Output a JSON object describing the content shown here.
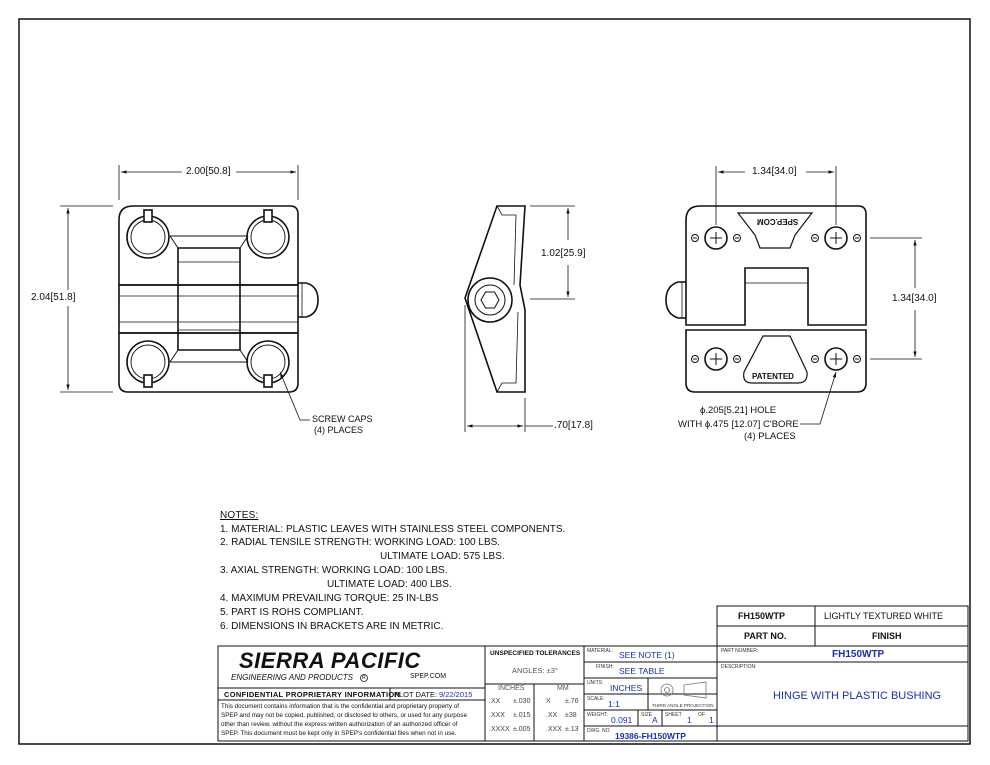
{
  "drawing": {
    "front_view": {
      "width_dim": "2.00",
      "width_dim_metric": "50.8",
      "height_dim": "2.04",
      "height_dim_metric": "51.8",
      "callout_line1": "SCREW CAPS",
      "callout_line2": "(4) PLACES"
    },
    "side_view": {
      "height_dim": "1.02",
      "height_dim_metric": "25.9",
      "depth_dim": ".70",
      "depth_dim_metric": "17.8"
    },
    "back_view": {
      "top_dim": "1.34",
      "top_dim_metric": "34.0",
      "side_dim": "1.34",
      "side_dim_metric": "34.0",
      "logo_text": "SPEP.COM",
      "patented_text": "PATENTED",
      "hole_line1_prefix": "ϕ.205",
      "hole_line1_metric": "5.21",
      "hole_line1_suffix": "HOLE",
      "hole_line2_prefix": "WITH ϕ.475 [12.07] C'BORE",
      "hole_line3": "(4) PLACES"
    }
  },
  "notes": {
    "heading": "NOTES:",
    "items": [
      "1.   MATERIAL: PLASTIC LEAVES WITH STAINLESS STEEL COMPONENTS.",
      "2.   RADIAL TENSILE STRENGTH:  WORKING LOAD: 100 LBS.",
      "ULTIMATE LOAD: 575 LBS.",
      "3.   AXIAL STRENGTH: WORKING LOAD: 100 LBS.",
      "ULTIMATE LOAD: 400 LBS.",
      "4.   MAXIMUM PREVAILING TORQUE: 25 IN-LBS",
      "5.   PART IS ROHS COMPLIANT.",
      "6.   DIMENSIONS IN BRACKETS ARE IN METRIC."
    ]
  },
  "finish_table": {
    "part_no": "FH150WTP",
    "finish": "LIGHTLY TEXTURED WHITE",
    "col1_header": "PART NO.",
    "col2_header": "FINISH"
  },
  "title_block": {
    "company": "SIERRA PACIFIC",
    "company_sub": "ENGINEERING AND PRODUCTS",
    "registered": "R",
    "website": "SPEP.COM",
    "confidential_label": "CONFIDENTIAL PROPRIETARY INFORMATION",
    "plot_date_label": "PLOT DATE:",
    "plot_date": "9/22/2015",
    "disclaimer_lines": [
      "This document contains information that is the confidential and proprietary property of",
      "SPEP and may not be copied, published, or disclosed to others, or used for any purpose",
      "other than review, without the express written authorization of an authorized officer of",
      "SPEP. This document must be kept only in SPEP's confidential files when not in use."
    ],
    "tolerances_label": "UNSPECIFIED TOLERANCES",
    "angles": "ANGLES: ±3°",
    "inches_label": "INCHES",
    "mm_label": "MM",
    "tol_rows": [
      {
        "in_place": ".XX",
        "in_tol": "±.030",
        "mm_place": "X",
        "mm_tol": "±.76"
      },
      {
        "in_place": ".XXX",
        "in_tol": "±.015",
        "mm_place": ".XX",
        "mm_tol": "±38"
      },
      {
        "in_place": ".XXXX",
        "in_tol": "±.005",
        "mm_place": ".XXX",
        "mm_tol": "±.13"
      }
    ],
    "material_label": "MATERIAL:",
    "material": "SEE NOTE (1)",
    "finish_label": "FINISH:",
    "finish": "SEE TABLE",
    "units_label": "UNITS:",
    "units": "INCHES",
    "scale_label": "SCALE:",
    "scale": "1:1",
    "projection_label": "THIRD ANGLE PROJECTION",
    "weight_label": "WEIGHT:",
    "weight": "0.091",
    "size_label": "SIZE",
    "size": "A",
    "sheet_label": "SHEET",
    "sheet": "1",
    "of_label": "OF",
    "sheet_total": "1",
    "dwg_label": "DWG. NO.",
    "dwg_no": "19386-FH150WTP",
    "part_number_label": "PART NUMBER:",
    "part_number": "FH150WTP",
    "description_label": "DESCRIPTION:",
    "description": "HINGE WITH PLASTIC BUSHING"
  },
  "colors": {
    "ink": "#111111",
    "accent_blue": "#1a2fb0"
  }
}
